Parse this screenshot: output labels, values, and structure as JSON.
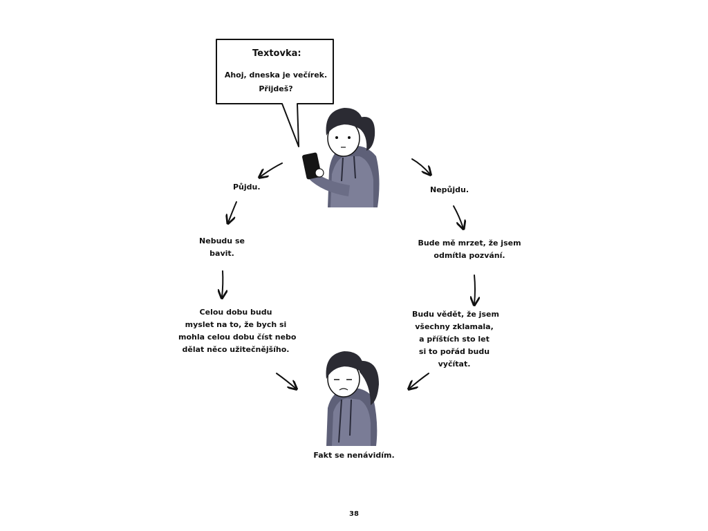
{
  "speech_bubble": {
    "title": "Textovka:",
    "lines": [
      "Ahoj, dneska je večírek.",
      "Přijdeš?"
    ]
  },
  "left_branch": {
    "step1": "Půjdu.",
    "step2": [
      "Nebudu se",
      "bavit."
    ],
    "step3": [
      "Celou dobu budu",
      "myslet na to, že bych si",
      "mohla celou dobu číst nebo",
      "dělat něco užitečnějšího."
    ]
  },
  "right_branch": {
    "step1": "Nepůjdu.",
    "step2": [
      "Bude mě mrzet, že jsem",
      "odmítla pozvání."
    ],
    "step3": [
      "Budu vědět, že jsem",
      "všechny zklamala,",
      "a příštích sto let",
      "si to pořád budu",
      "vyčítat."
    ]
  },
  "conclusion": "Fakt se nenávidím.",
  "page_number": "38"
}
